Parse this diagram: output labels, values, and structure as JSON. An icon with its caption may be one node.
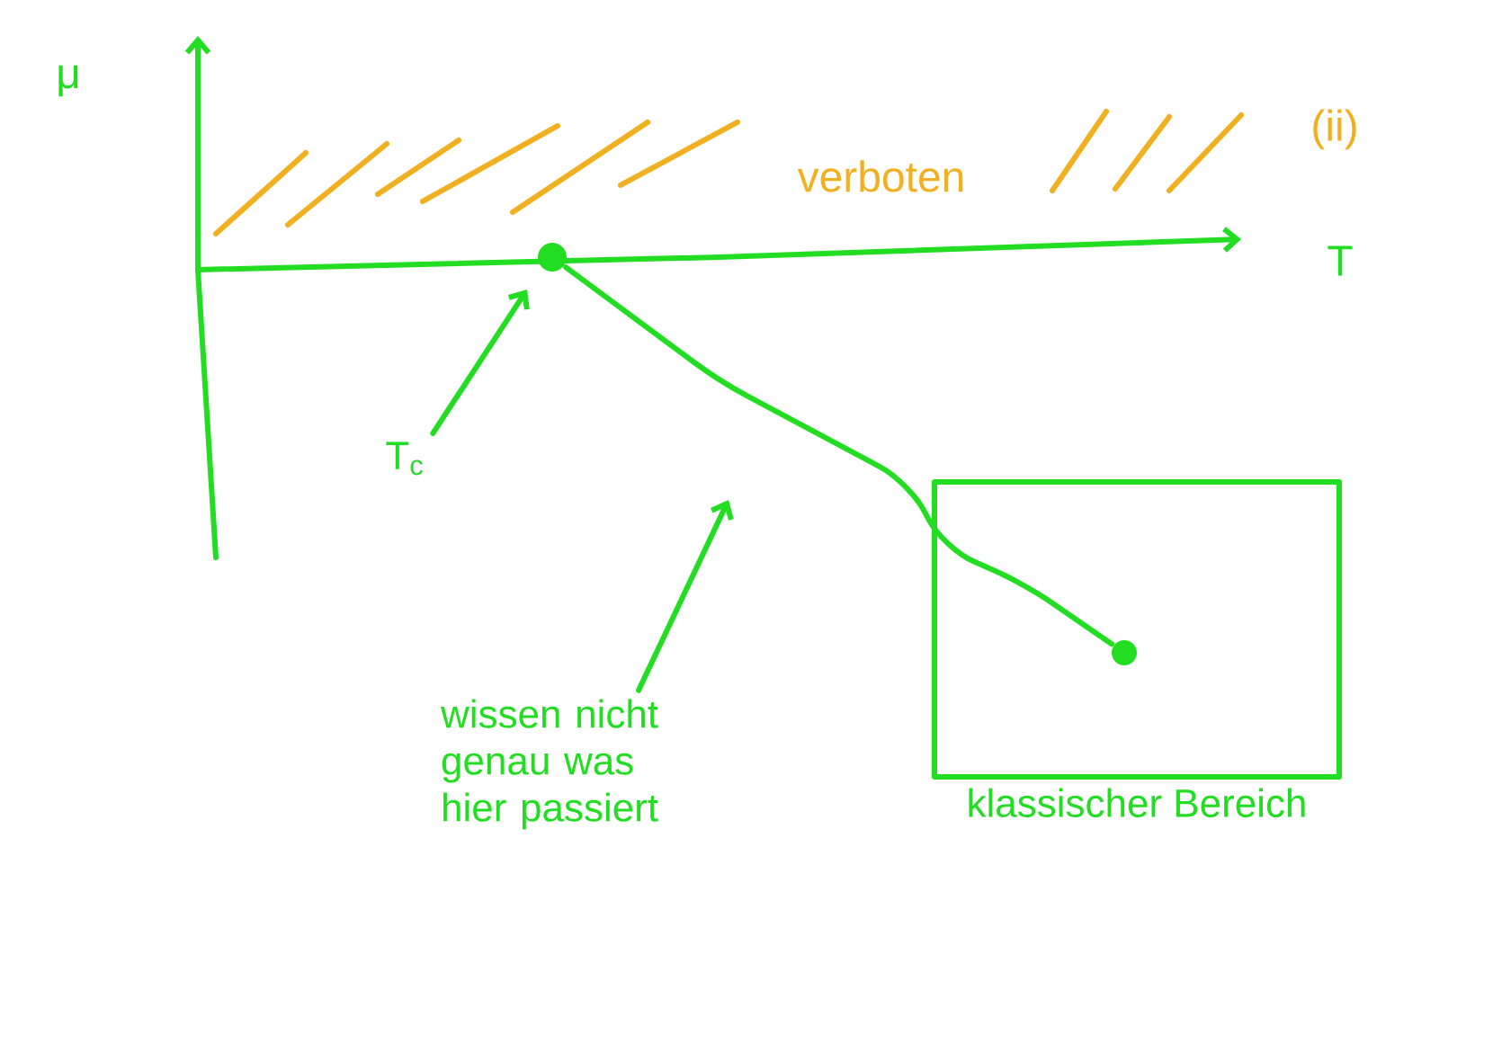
{
  "diagram": {
    "nodes": [
      {
        "text": [
          "T$_{c}$"
        ]
      },
      {
        "text": [],
        "shape": "circle"
      },
      {
        "text": [
          "wissen nicht genau was hier passiert"
        ]
      },
      {
        "text": [
          "klassischer Bereich"
        ]
      },
      {
        "text": [],
        "shape": "circle",
        "in": 3
      }
    ],
    "edges": [
      {
        "from": 0,
        "to": 1,
        "arrow": "to"
      },
      {
        "from": 2,
        "to": null,
        "arrow": "to"
      },
      {
        "from": 1,
        "to": 4,
        "arrow": "none"
      }
    ],
    "labels": [
      "μ",
      "verboten",
      "(ii)",
      "T"
    ]
  }
}
